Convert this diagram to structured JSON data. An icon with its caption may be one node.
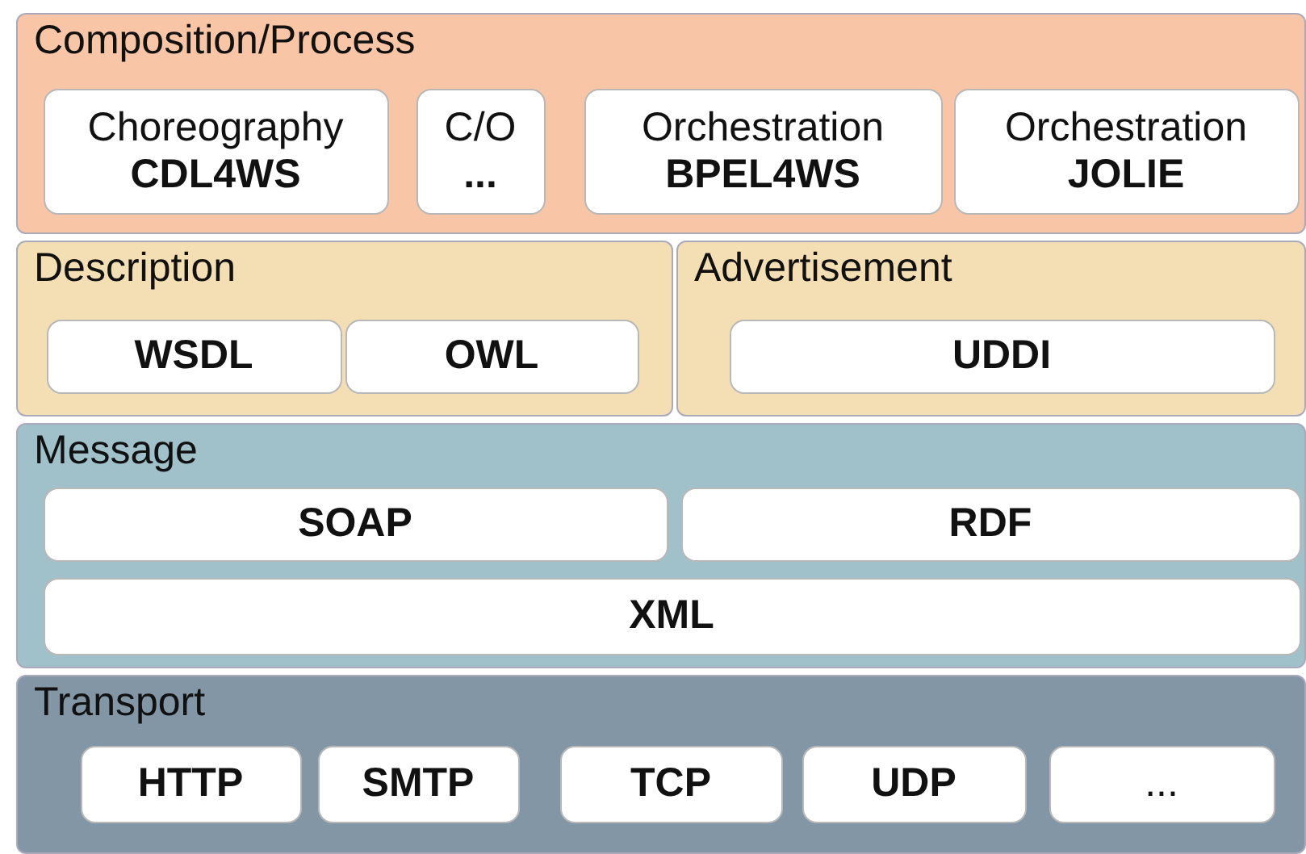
{
  "diagram": {
    "nodes": [
      {
        "text": [
          "Composition/Process"
        ]
      },
      {
        "text": [
          "Choreography",
          "CDL4WS"
        ],
        "in": 0
      },
      {
        "text": [
          "C/O",
          "..."
        ],
        "in": 0
      },
      {
        "text": [
          "Orchestration",
          "BPEL4WS"
        ],
        "in": 0
      },
      {
        "text": [
          "Orchestration",
          "JOLIE"
        ],
        "in": 0
      },
      {
        "text": [
          "Description"
        ]
      },
      {
        "text": [
          "WSDL"
        ],
        "in": 5
      },
      {
        "text": [
          "OWL"
        ],
        "in": 5
      },
      {
        "text": [
          "Advertisement"
        ]
      },
      {
        "text": [
          "UDDI"
        ],
        "in": 8
      },
      {
        "text": [
          "Message"
        ]
      },
      {
        "text": [
          "SOAP"
        ],
        "in": 10
      },
      {
        "text": [
          "RDF"
        ],
        "in": 10
      },
      {
        "text": [
          "XML"
        ],
        "in": 10
      },
      {
        "text": [
          "Transport"
        ]
      },
      {
        "text": [
          "HTTP"
        ],
        "in": 14
      },
      {
        "text": [
          "SMTP"
        ],
        "in": 14
      },
      {
        "text": [
          "TCP"
        ],
        "in": 14
      },
      {
        "text": [
          "UDP"
        ],
        "in": 14
      },
      {
        "text": [
          "..."
        ],
        "in": 14
      }
    ]
  }
}
